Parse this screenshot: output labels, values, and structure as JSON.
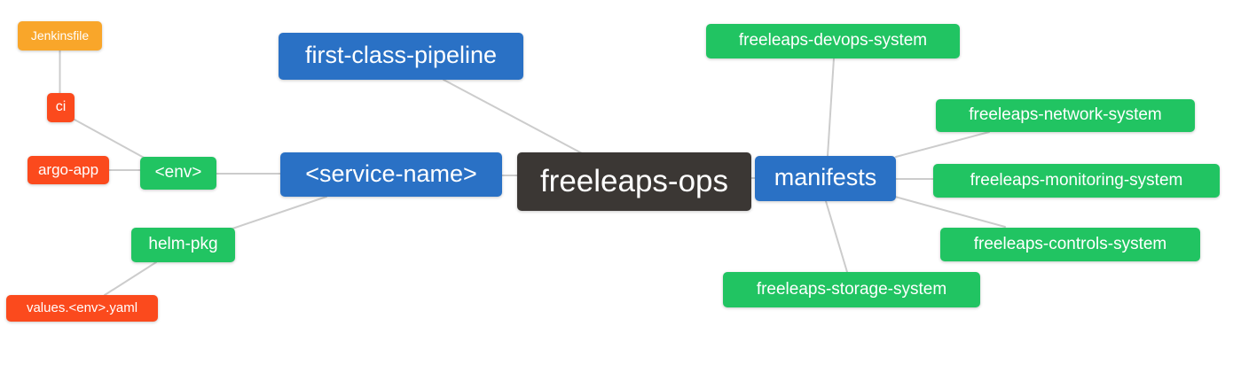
{
  "diagram": {
    "type": "mindmap",
    "root_label": "freeleaps-ops",
    "colors": {
      "root_bg": "#3b3734",
      "branch_bg": "#2a71c5",
      "leaf_green_bg": "#21c462",
      "leaf_red_bg": "#fb4a1d",
      "leaf_orange_bg": "#f9a62a",
      "text": "#ffffff",
      "edge": "#cccccc",
      "background": "#ffffff"
    },
    "nodes": {
      "jenkinsfile": {
        "label": "Jenkinsfile",
        "color": "#f9a62a"
      },
      "ci": {
        "label": "ci",
        "color": "#fb4a1d"
      },
      "argo_app": {
        "label": "argo-app",
        "color": "#fb4a1d"
      },
      "env": {
        "label": "<env>",
        "color": "#21c462"
      },
      "helm_pkg": {
        "label": "helm-pkg",
        "color": "#21c462"
      },
      "values_env_yaml": {
        "label": "values.<env>.yaml",
        "color": "#fb4a1d"
      },
      "first_class_pipeline": {
        "label": "first-class-pipeline",
        "color": "#2a71c5"
      },
      "service_name": {
        "label": "<service-name>",
        "color": "#2a71c5"
      },
      "freeleaps_ops": {
        "label": "freeleaps-ops",
        "color": "#3b3734"
      },
      "manifests": {
        "label": "manifests",
        "color": "#2a71c5"
      },
      "devops_system": {
        "label": "freeleaps-devops-system",
        "color": "#21c462"
      },
      "network_system": {
        "label": "freeleaps-network-system",
        "color": "#21c462"
      },
      "monitoring_system": {
        "label": "freeleaps-monitoring-system",
        "color": "#21c462"
      },
      "controls_system": {
        "label": "freeleaps-controls-system",
        "color": "#21c462"
      },
      "storage_system": {
        "label": "freeleaps-storage-system",
        "color": "#21c462"
      }
    },
    "edges": [
      {
        "from": "jenkinsfile",
        "to": "ci"
      },
      {
        "from": "ci",
        "to": "env"
      },
      {
        "from": "argo_app",
        "to": "env"
      },
      {
        "from": "env",
        "to": "service_name"
      },
      {
        "from": "helm_pkg",
        "to": "service_name"
      },
      {
        "from": "values_env_yaml",
        "to": "helm_pkg"
      },
      {
        "from": "service_name",
        "to": "freeleaps_ops"
      },
      {
        "from": "first_class_pipeline",
        "to": "freeleaps_ops"
      },
      {
        "from": "freeleaps_ops",
        "to": "manifests"
      },
      {
        "from": "manifests",
        "to": "devops_system"
      },
      {
        "from": "manifests",
        "to": "network_system"
      },
      {
        "from": "manifests",
        "to": "monitoring_system"
      },
      {
        "from": "manifests",
        "to": "controls_system"
      },
      {
        "from": "manifests",
        "to": "storage_system"
      }
    ]
  }
}
